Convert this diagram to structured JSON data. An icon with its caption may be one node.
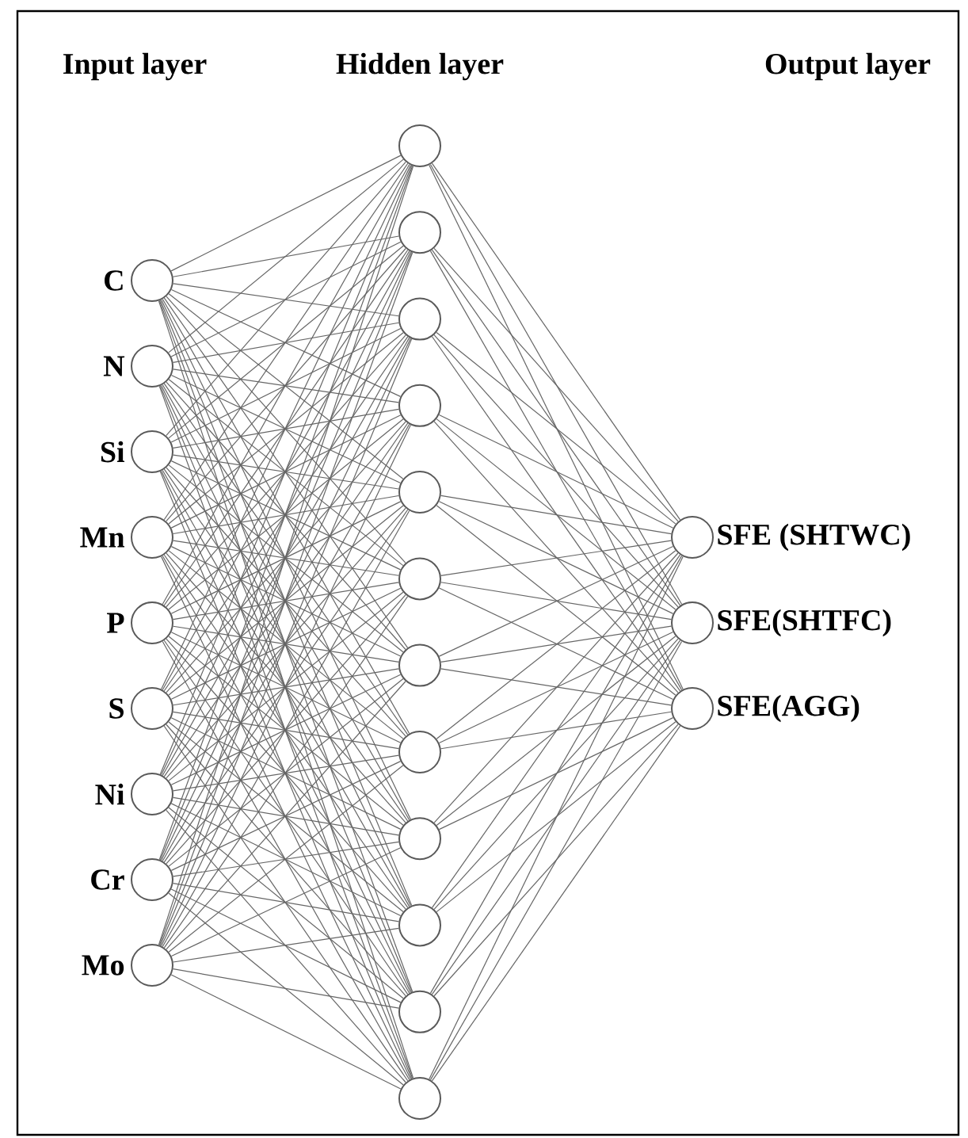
{
  "diagram": {
    "nodes": [
      {
        "text": [
          "C"
        ]
      },
      {
        "text": [
          "N"
        ]
      },
      {
        "text": [
          "Si"
        ]
      },
      {
        "text": [
          "Mn"
        ]
      },
      {
        "text": [
          "P"
        ]
      },
      {
        "text": [
          "S"
        ]
      },
      {
        "text": [
          "Ni"
        ]
      },
      {
        "text": [
          "Cr"
        ]
      },
      {
        "text": [
          "Mo"
        ]
      },
      {
        "text": [],
        "shape": "circle"
      },
      {
        "text": [],
        "shape": "circle"
      },
      {
        "text": [],
        "shape": "circle"
      },
      {
        "text": [],
        "shape": "circle"
      },
      {
        "text": [],
        "shape": "circle"
      },
      {
        "text": [],
        "shape": "circle"
      },
      {
        "text": [],
        "shape": "circle"
      },
      {
        "text": [],
        "shape": "circle"
      },
      {
        "text": [],
        "shape": "circle"
      },
      {
        "text": [],
        "shape": "circle"
      },
      {
        "text": [],
        "shape": "circle"
      },
      {
        "text": [],
        "shape": "circle"
      },
      {
        "text": [
          "SFE (SHTWC)"
        ]
      },
      {
        "text": [
          "SFE(SHTFC)"
        ]
      },
      {
        "text": [
          "SFE(AGG)"
        ]
      }
    ],
    "edges": [
      {
        "from": 0,
        "to": 9,
        "arrow": "none"
      },
      {
        "from": 0,
        "to": 10,
        "arrow": "none"
      },
      {
        "from": 0,
        "to": 11,
        "arrow": "none"
      },
      {
        "from": 0,
        "to": 12,
        "arrow": "none"
      },
      {
        "from": 0,
        "to": 13,
        "arrow": "none"
      },
      {
        "from": 0,
        "to": 14,
        "arrow": "none"
      },
      {
        "from": 0,
        "to": 15,
        "arrow": "none"
      },
      {
        "from": 0,
        "to": 16,
        "arrow": "none"
      },
      {
        "from": 0,
        "to": 17,
        "arrow": "none"
      },
      {
        "from": 0,
        "to": 18,
        "arrow": "none"
      },
      {
        "from": 0,
        "to": 19,
        "arrow": "none"
      },
      {
        "from": 0,
        "to": 20,
        "arrow": "none"
      },
      {
        "from": 1,
        "to": 9,
        "arrow": "none"
      },
      {
        "from": 1,
        "to": 10,
        "arrow": "none"
      },
      {
        "from": 1,
        "to": 11,
        "arrow": "none"
      },
      {
        "from": 1,
        "to": 12,
        "arrow": "none"
      },
      {
        "from": 1,
        "to": 13,
        "arrow": "none"
      },
      {
        "from": 1,
        "to": 14,
        "arrow": "none"
      },
      {
        "from": 1,
        "to": 15,
        "arrow": "none"
      },
      {
        "from": 1,
        "to": 16,
        "arrow": "none"
      },
      {
        "from": 1,
        "to": 17,
        "arrow": "none"
      },
      {
        "from": 1,
        "to": 18,
        "arrow": "none"
      },
      {
        "from": 1,
        "to": 19,
        "arrow": "none"
      },
      {
        "from": 1,
        "to": 20,
        "arrow": "none"
      },
      {
        "from": 2,
        "to": 9,
        "arrow": "none"
      },
      {
        "from": 2,
        "to": 10,
        "arrow": "none"
      },
      {
        "from": 2,
        "to": 11,
        "arrow": "none"
      },
      {
        "from": 2,
        "to": 12,
        "arrow": "none"
      },
      {
        "from": 2,
        "to": 13,
        "arrow": "none"
      },
      {
        "from": 2,
        "to": 14,
        "arrow": "none"
      },
      {
        "from": 2,
        "to": 15,
        "arrow": "none"
      },
      {
        "from": 2,
        "to": 16,
        "arrow": "none"
      },
      {
        "from": 2,
        "to": 17,
        "arrow": "none"
      },
      {
        "from": 2,
        "to": 18,
        "arrow": "none"
      },
      {
        "from": 2,
        "to": 19,
        "arrow": "none"
      },
      {
        "from": 2,
        "to": 20,
        "arrow": "none"
      },
      {
        "from": 3,
        "to": 9,
        "arrow": "none"
      },
      {
        "from": 3,
        "to": 10,
        "arrow": "none"
      },
      {
        "from": 3,
        "to": 11,
        "arrow": "none"
      },
      {
        "from": 3,
        "to": 12,
        "arrow": "none"
      },
      {
        "from": 3,
        "to": 13,
        "arrow": "none"
      },
      {
        "from": 3,
        "to": 14,
        "arrow": "none"
      },
      {
        "from": 3,
        "to": 15,
        "arrow": "none"
      },
      {
        "from": 3,
        "to": 16,
        "arrow": "none"
      },
      {
        "from": 3,
        "to": 17,
        "arrow": "none"
      },
      {
        "from": 3,
        "to": 18,
        "arrow": "none"
      },
      {
        "from": 3,
        "to": 19,
        "arrow": "none"
      },
      {
        "from": 3,
        "to": 20,
        "arrow": "none"
      },
      {
        "from": 4,
        "to": 9,
        "arrow": "none"
      },
      {
        "from": 4,
        "to": 10,
        "arrow": "none"
      },
      {
        "from": 4,
        "to": 11,
        "arrow": "none"
      },
      {
        "from": 4,
        "to": 12,
        "arrow": "none"
      },
      {
        "from": 4,
        "to": 13,
        "arrow": "none"
      },
      {
        "from": 4,
        "to": 14,
        "arrow": "none"
      },
      {
        "from": 4,
        "to": 15,
        "arrow": "none"
      },
      {
        "from": 4,
        "to": 16,
        "arrow": "none"
      },
      {
        "from": 4,
        "to": 17,
        "arrow": "none"
      },
      {
        "from": 4,
        "to": 18,
        "arrow": "none"
      },
      {
        "from": 4,
        "to": 19,
        "arrow": "none"
      },
      {
        "from": 4,
        "to": 20,
        "arrow": "none"
      },
      {
        "from": 5,
        "to": 9,
        "arrow": "none"
      },
      {
        "from": 5,
        "to": 10,
        "arrow": "none"
      },
      {
        "from": 5,
        "to": 11,
        "arrow": "none"
      },
      {
        "from": 5,
        "to": 12,
        "arrow": "none"
      },
      {
        "from": 5,
        "to": 13,
        "arrow": "none"
      },
      {
        "from": 5,
        "to": 14,
        "arrow": "none"
      },
      {
        "from": 5,
        "to": 15,
        "arrow": "none"
      },
      {
        "from": 5,
        "to": 16,
        "arrow": "none"
      },
      {
        "from": 5,
        "to": 17,
        "arrow": "none"
      },
      {
        "from": 5,
        "to": 18,
        "arrow": "none"
      },
      {
        "from": 5,
        "to": 19,
        "arrow": "none"
      },
      {
        "from": 5,
        "to": 20,
        "arrow": "none"
      },
      {
        "from": 6,
        "to": 9,
        "arrow": "none"
      },
      {
        "from": 6,
        "to": 10,
        "arrow": "none"
      },
      {
        "from": 6,
        "to": 11,
        "arrow": "none"
      },
      {
        "from": 6,
        "to": 12,
        "arrow": "none"
      },
      {
        "from": 6,
        "to": 13,
        "arrow": "none"
      },
      {
        "from": 6,
        "to": 14,
        "arrow": "none"
      },
      {
        "from": 6,
        "to": 15,
        "arrow": "none"
      },
      {
        "from": 6,
        "to": 16,
        "arrow": "none"
      },
      {
        "from": 6,
        "to": 17,
        "arrow": "none"
      },
      {
        "from": 6,
        "to": 18,
        "arrow": "none"
      },
      {
        "from": 6,
        "to": 19,
        "arrow": "none"
      },
      {
        "from": 6,
        "to": 20,
        "arrow": "none"
      },
      {
        "from": 7,
        "to": 9,
        "arrow": "none"
      },
      {
        "from": 7,
        "to": 10,
        "arrow": "none"
      },
      {
        "from": 7,
        "to": 11,
        "arrow": "none"
      },
      {
        "from": 7,
        "to": 12,
        "arrow": "none"
      },
      {
        "from": 7,
        "to": 13,
        "arrow": "none"
      },
      {
        "from": 7,
        "to": 14,
        "arrow": "none"
      },
      {
        "from": 7,
        "to": 15,
        "arrow": "none"
      },
      {
        "from": 7,
        "to": 16,
        "arrow": "none"
      },
      {
        "from": 7,
        "to": 17,
        "arrow": "none"
      },
      {
        "from": 7,
        "to": 18,
        "arrow": "none"
      },
      {
        "from": 7,
        "to": 19,
        "arrow": "none"
      },
      {
        "from": 7,
        "to": 20,
        "arrow": "none"
      },
      {
        "from": 8,
        "to": 9,
        "arrow": "none"
      },
      {
        "from": 8,
        "to": 10,
        "arrow": "none"
      },
      {
        "from": 8,
        "to": 11,
        "arrow": "none"
      },
      {
        "from": 8,
        "to": 12,
        "arrow": "none"
      },
      {
        "from": 8,
        "to": 13,
        "arrow": "none"
      },
      {
        "from": 8,
        "to": 14,
        "arrow": "none"
      },
      {
        "from": 8,
        "to": 15,
        "arrow": "none"
      },
      {
        "from": 8,
        "to": 16,
        "arrow": "none"
      },
      {
        "from": 8,
        "to": 17,
        "arrow": "none"
      },
      {
        "from": 8,
        "to": 18,
        "arrow": "none"
      },
      {
        "from": 8,
        "to": 19,
        "arrow": "none"
      },
      {
        "from": 8,
        "to": 20,
        "arrow": "none"
      },
      {
        "from": 9,
        "to": 21,
        "arrow": "none"
      },
      {
        "from": 9,
        "to": 22,
        "arrow": "none"
      },
      {
        "from": 9,
        "to": 23,
        "arrow": "none"
      },
      {
        "from": 10,
        "to": 21,
        "arrow": "none"
      },
      {
        "from": 10,
        "to": 22,
        "arrow": "none"
      },
      {
        "from": 10,
        "to": 23,
        "arrow": "none"
      },
      {
        "from": 11,
        "to": 21,
        "arrow": "none"
      },
      {
        "from": 11,
        "to": 22,
        "arrow": "none"
      },
      {
        "from": 11,
        "to": 23,
        "arrow": "none"
      },
      {
        "from": 12,
        "to": 21,
        "arrow": "none"
      },
      {
        "from": 12,
        "to": 22,
        "arrow": "none"
      },
      {
        "from": 12,
        "to": 23,
        "arrow": "none"
      },
      {
        "from": 13,
        "to": 21,
        "arrow": "none"
      },
      {
        "from": 13,
        "to": 22,
        "arrow": "none"
      },
      {
        "from": 13,
        "to": 23,
        "arrow": "none"
      },
      {
        "from": 14,
        "to": 21,
        "arrow": "none"
      },
      {
        "from": 14,
        "to": 22,
        "arrow": "none"
      },
      {
        "from": 14,
        "to": 23,
        "arrow": "none"
      },
      {
        "from": 15,
        "to": 21,
        "arrow": "none"
      },
      {
        "from": 15,
        "to": 22,
        "arrow": "none"
      },
      {
        "from": 15,
        "to": 23,
        "arrow": "none"
      },
      {
        "from": 16,
        "to": 21,
        "arrow": "none"
      },
      {
        "from": 16,
        "to": 22,
        "arrow": "none"
      },
      {
        "from": 16,
        "to": 23,
        "arrow": "none"
      },
      {
        "from": 17,
        "to": 21,
        "arrow": "none"
      },
      {
        "from": 17,
        "to": 22,
        "arrow": "none"
      },
      {
        "from": 17,
        "to": 23,
        "arrow": "none"
      },
      {
        "from": 18,
        "to": 21,
        "arrow": "none"
      },
      {
        "from": 18,
        "to": 22,
        "arrow": "none"
      },
      {
        "from": 18,
        "to": 23,
        "arrow": "none"
      },
      {
        "from": 19,
        "to": 21,
        "arrow": "none"
      },
      {
        "from": 19,
        "to": 22,
        "arrow": "none"
      },
      {
        "from": 19,
        "to": 23,
        "arrow": "none"
      },
      {
        "from": 20,
        "to": 21,
        "arrow": "none"
      },
      {
        "from": 20,
        "to": 22,
        "arrow": "none"
      },
      {
        "from": 20,
        "to": 23,
        "arrow": "none"
      }
    ],
    "labels": [
      "Input layer",
      "Hidden layer",
      "Output layer"
    ]
  }
}
